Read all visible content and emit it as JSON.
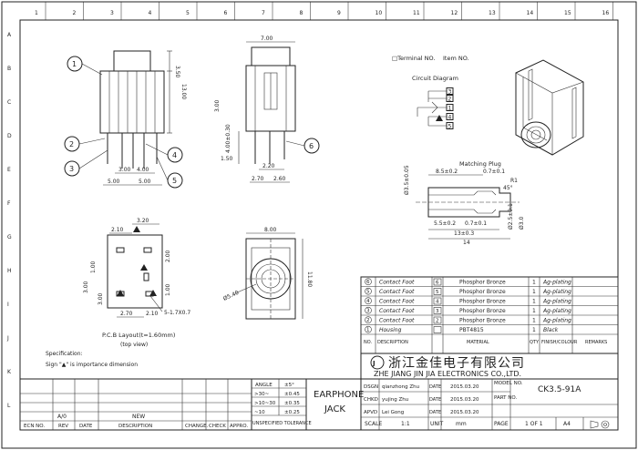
{
  "ruler": {
    "top_numbers": [
      "1",
      "2",
      "3",
      "4",
      "5",
      "6",
      "7",
      "8",
      "9",
      "10",
      "11",
      "12",
      "13",
      "14",
      "15",
      "16"
    ],
    "side_letters": [
      "A",
      "B",
      "C",
      "D",
      "E",
      "F",
      "G",
      "H",
      "I",
      "J",
      "K",
      "L"
    ]
  },
  "front_view": {
    "dims": {
      "height_top": "3.50",
      "height_main": "13.00",
      "d1": "3.00",
      "d2": "4.00",
      "d3": "5.00",
      "d4": "5.00"
    },
    "balloons": [
      "1",
      "2",
      "3",
      "4",
      "5"
    ]
  },
  "side_view": {
    "dims": {
      "width": "7.00",
      "depth": "3.00",
      "height": "4.00±0.30",
      "pin_offset": "1.50",
      "pin_w": "2.20",
      "pin_pitch1": "2.70",
      "pin_pitch2": "2.60"
    },
    "balloon": "6"
  },
  "pcb_layout": {
    "dims": {
      "top1": "3.20",
      "top2": "2.10",
      "left1": "1.00",
      "left2": "3.00",
      "left3": "3.00",
      "right1": "2.00",
      "right2": "1.00",
      "bottom1": "2.70",
      "bottom2": "2.10",
      "hole": "5-1.7X0.7"
    },
    "caption1": "P.C.B Layout(t=1.60mm)",
    "caption2": "(top view)"
  },
  "bottom_view": {
    "dims": {
      "width": "8.00",
      "height": "11.80",
      "dia": "Ø5.40"
    }
  },
  "legend": {
    "terminal": "□Terminal NO.",
    "item": "Item NO."
  },
  "circuit_diagram": {
    "title": "Circuit Diagram",
    "pins": [
      "3",
      "2",
      "1",
      "4",
      "5"
    ]
  },
  "matching_plug": {
    "title": "Matching Plug",
    "dims": {
      "a": "8.5±0.2",
      "b": "0.7±0.1",
      "c": "5.5±0.2",
      "d": "0.7±0.1",
      "e": "13±0.3",
      "f": "14",
      "g": "Ø3.5±0.05",
      "h": "Ø2.5±0.1",
      "i": "Ø3.0",
      "j": "45°",
      "k": "R1"
    }
  },
  "notes": {
    "label": "Specification:",
    "line": "Sign \"▲\" is importance dimension"
  },
  "bom": {
    "rows": [
      {
        "no": "6",
        "desc": "Contact Foot",
        "box": "6",
        "material": "Phosphor Bronze",
        "qty": "1",
        "finish": "Ag-plating"
      },
      {
        "no": "5",
        "desc": "Contact Foot",
        "box": "5",
        "material": "Phosphor Bronze",
        "qty": "1",
        "finish": "Ag-plating"
      },
      {
        "no": "4",
        "desc": "Contact Foot",
        "box": "4",
        "material": "Phosphor Bronze",
        "qty": "1",
        "finish": "Ag-plating"
      },
      {
        "no": "3",
        "desc": "Contact Foot",
        "box": "3",
        "material": "Phosphor Bronze",
        "qty": "1",
        "finish": "Ag-plating"
      },
      {
        "no": "2",
        "desc": "Contact Foot",
        "box": "2",
        "material": "Phosphor Bronze",
        "qty": "1",
        "finish": "Ag-plating"
      },
      {
        "no": "1",
        "desc": "Housing",
        "box": "",
        "material": "PBT4815",
        "qty": "1",
        "finish": "Black"
      }
    ],
    "header": {
      "no": "NO.",
      "desc": "DESCRIPTION",
      "material": "MATERIAL",
      "qty": "QTY",
      "finish": "FINISH/COLOUR",
      "remarks": "REMARKS"
    }
  },
  "title_block": {
    "company_cn": "浙江金佳电子有限公司",
    "company_en": "ZHE  JIANG  JIN  JIA ELECTRONICS  CO.,LTD.",
    "rows": [
      {
        "label": "DSGN",
        "name": "qianzhong Zhu",
        "date_label": "DATE",
        "date": "2015.03.20"
      },
      {
        "label": "CHKD",
        "name": "yujing Zhu",
        "date_label": "DATE",
        "date": "2015.03.20"
      },
      {
        "label": "APVD",
        "name": "Lei Gong",
        "date_label": "DATE",
        "date": "2015.03.20"
      }
    ],
    "model_label": "MODEL NO.",
    "model": "CK3.5-91A",
    "part_label": "PART NO.",
    "scale_label": "SCALE",
    "scale": "1:1",
    "unit_label": "UNIT",
    "unit": "mm",
    "page_label": "PAGE",
    "page": "1 OF 1",
    "size": "A4",
    "product_line1": "EARPHONE",
    "product_line2": "JACK"
  },
  "tolerance": {
    "angle_label": "ANGLE",
    "angle": "±5°",
    "rows": [
      {
        "range": ">30~",
        "tol": "±0.45"
      },
      {
        "range": ">10~30",
        "tol": "±0.35"
      },
      {
        "range": "~10",
        "tol": "±0.25"
      }
    ],
    "footer": "UNSPECIFIED TOLERANCE"
  },
  "revision": {
    "ecn": "ECN NO.",
    "rev": "REV",
    "date": "DATE",
    "rev_value": "A/0",
    "desc_value": "NEW",
    "description": "DESCRIPTION",
    "change": "CHANGE.",
    "check": "CHECK",
    "approved": "APPRO."
  }
}
